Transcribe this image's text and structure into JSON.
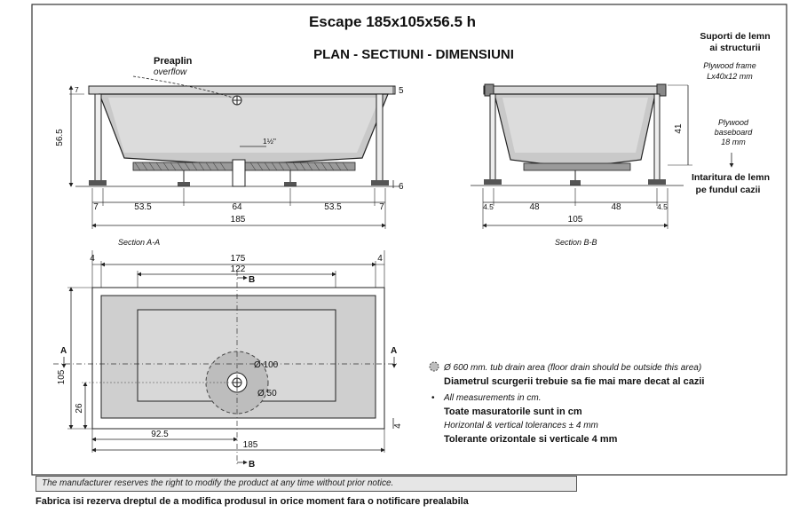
{
  "title": "Escape 185x105x56.5 h",
  "subtitle": "PLAN - SECTIUNI - DIMENSIUNI",
  "section_aa": {
    "caption": "Section A-A",
    "overflow_ro": "Preaplin",
    "overflow_en": "overflow",
    "drain_size": "1½\"",
    "height_total": "56.5",
    "rim_top": "7",
    "rim_right": "5",
    "foot_height": "6",
    "bottom_dims": [
      "7",
      "53.5",
      "64",
      "53.5",
      "7"
    ],
    "overall_length": "185"
  },
  "section_bb": {
    "caption": "Section B-B",
    "frame_label_ro": "Suporti de lemn ai structurii",
    "frame_label_en_1": "Plywood frame",
    "frame_label_en_2": "Lx40x12 mm",
    "baseboard_en_1": "Plywood",
    "baseboard_en_2": "baseboard",
    "baseboard_en_3": "18 mm",
    "height_41": "41",
    "reinforce_ro_1": "Intaritura de lemn",
    "reinforce_ro_2": "pe fundul cazii",
    "bottom_dims": [
      "4.5",
      "48",
      "48",
      "4.5"
    ],
    "overall_width": "105"
  },
  "plan": {
    "top_dims": [
      "4",
      "175",
      "122",
      "4"
    ],
    "drain_d100": "Ø 100",
    "drain_d50": "Ø 50",
    "section_a": "A",
    "section_b": "B",
    "width": "105",
    "drain_offset_y": "26",
    "gap_right": "4",
    "drain_offset_x": "92.5",
    "overall_length": "185"
  },
  "notes": {
    "drain_area_en": "Ø 600 mm. tub drain area (floor drain should be outside this area)",
    "drain_area_ro": "Diametrul scurgerii trebuie sa fie mai mare decat al cazii",
    "measure_en": "All measurements in cm.",
    "measure_ro": "Toate masuratorile sunt in cm",
    "tolerance_en": "Horizontal & vertical tolerances ± 4 mm",
    "tolerance_ro": "Tolerante orizontale si verticale 4 mm"
  },
  "disclaimer_en": "The manufacturer reserves the right to modify the product at any time without prior notice.",
  "disclaimer_ro": "Fabrica isi rezerva dreptul de a modifica produsul in orice moment fara o notificare prealabila"
}
